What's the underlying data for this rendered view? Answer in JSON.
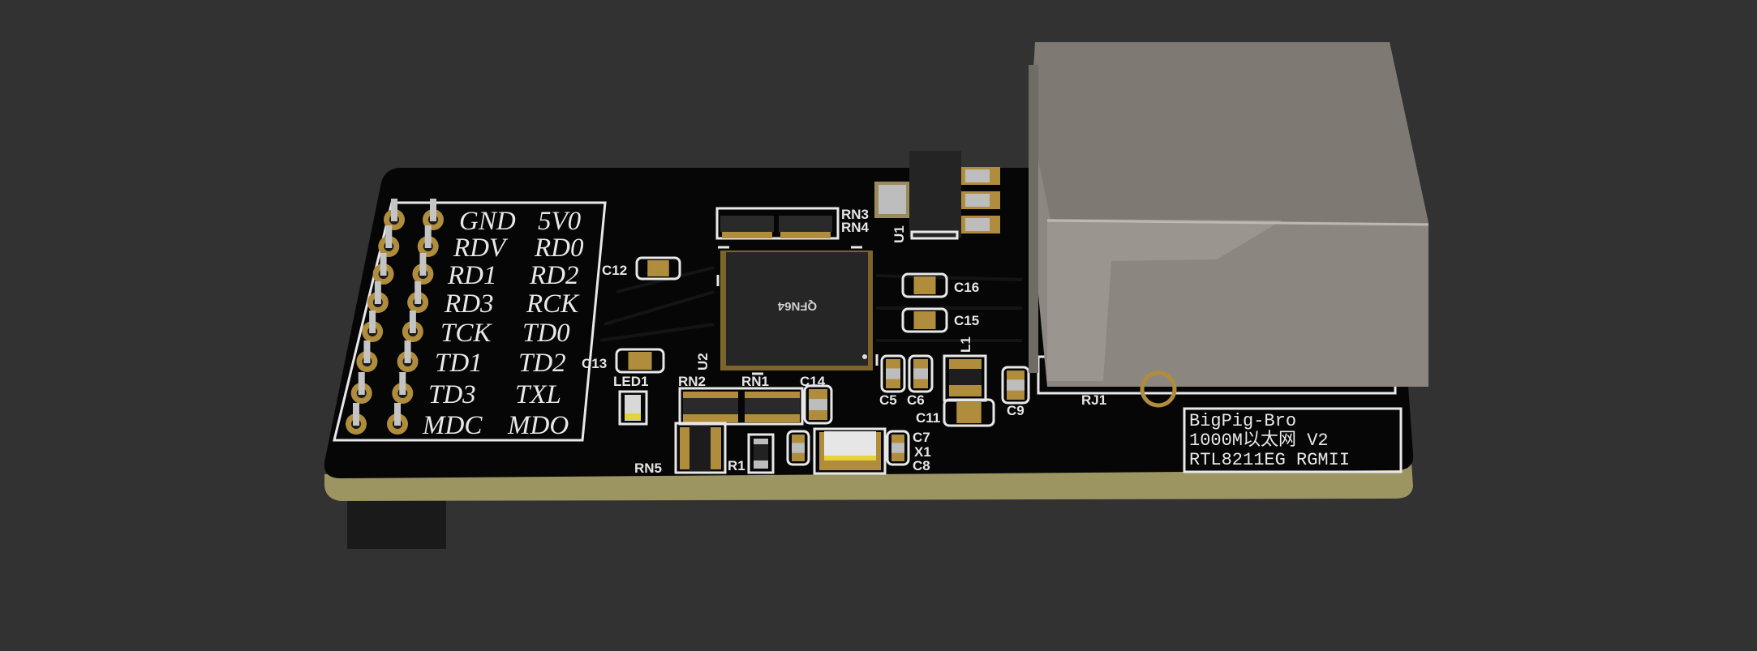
{
  "colors": {
    "background": "#323232",
    "board": "#060606",
    "board_edge": "#9c9562",
    "pad": "#b08d3c",
    "silkscreen": "#e8e8e8",
    "connector": "#8c8780"
  },
  "header_pins": [
    {
      "left": "GND",
      "right": "5V0"
    },
    {
      "left": "RDV",
      "right": "RD0"
    },
    {
      "left": "RD1",
      "right": "RD2"
    },
    {
      "left": "RD3",
      "right": "RCK"
    },
    {
      "left": "TCK",
      "right": "TD0"
    },
    {
      "left": "TD1",
      "right": "TD2"
    },
    {
      "left": "TD3",
      "right": "TXL"
    },
    {
      "left": "MDC",
      "right": "MDO"
    }
  ],
  "refs": {
    "rn3": "RN3",
    "rn4": "RN4",
    "u1": "U1",
    "c12": "C12",
    "c16": "C16",
    "c15": "C15",
    "l1": "L1",
    "c13": "C13",
    "u2": "U2",
    "led1": "LED1",
    "rn2": "RN2",
    "rn1": "RN1",
    "c14": "C14",
    "c5": "C5",
    "c6": "C6",
    "c9": "C9",
    "c11": "C11",
    "rj1": "RJ1",
    "c7": "C7",
    "x1": "X1",
    "c8": "C8",
    "rn5": "RN5",
    "r1": "R1"
  },
  "chip_marking": "QFN64",
  "board_label": {
    "line1": "BigPig-Bro",
    "line2": "1000M以太网 V2",
    "line3": "RTL8211EG RGMII"
  }
}
